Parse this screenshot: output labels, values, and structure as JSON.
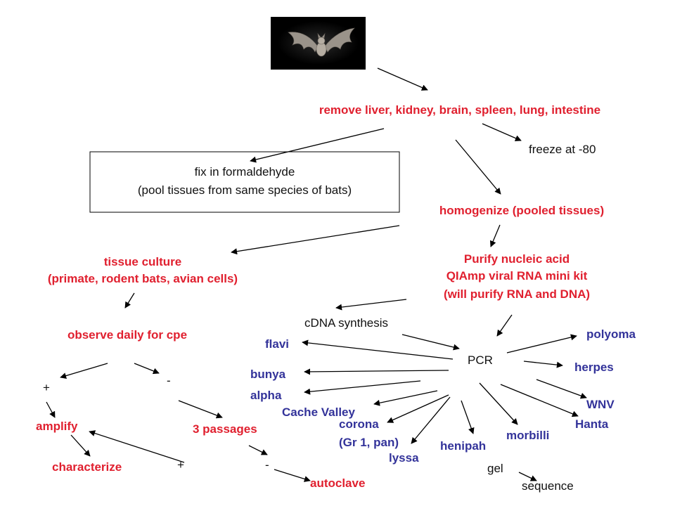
{
  "colors": {
    "red": "#e0202f",
    "blue": "#33339a",
    "black": "#111111"
  },
  "image": {
    "icon": "bat-photo"
  },
  "steps": {
    "remove": "remove liver, kidney, brain, spleen, lung, intestine",
    "freeze": "freeze at -80",
    "fix_line1": "fix in formaldehyde",
    "fix_line2": "(pool tissues from same species of bats)",
    "homogenize": "homogenize (pooled tissues)",
    "tissue_line1": "tissue culture",
    "tissue_line2": "(primate, rodent bats, avian cells)",
    "purify_line1": "Purify nucleic acid",
    "purify_line2": "QIAmp viral RNA mini kit",
    "purify_line3": "(will purify RNA and DNA)",
    "observe": "observe daily for cpe",
    "cdna": "cDNA synthesis",
    "pcr": "PCR",
    "plus1": "+",
    "minus1": "-",
    "amplify": "amplify",
    "passages": "3 passages",
    "characterize": "characterize",
    "plus2": "+",
    "minus2": "-",
    "autoclave": "autoclave",
    "gel": "gel",
    "sequence": "sequence"
  },
  "viruses": {
    "flavi": "flavi",
    "bunya": "bunya",
    "alpha": "alpha",
    "cache_valley": "Cache Valley",
    "corona_line1": "corona",
    "corona_line2": "(Gr 1, pan)",
    "lyssa": "lyssa",
    "henipah": "henipah",
    "morbilli": "morbilli",
    "hanta": "Hanta",
    "wnv": "WNV",
    "herpes": "herpes",
    "polyoma": "polyoma"
  }
}
